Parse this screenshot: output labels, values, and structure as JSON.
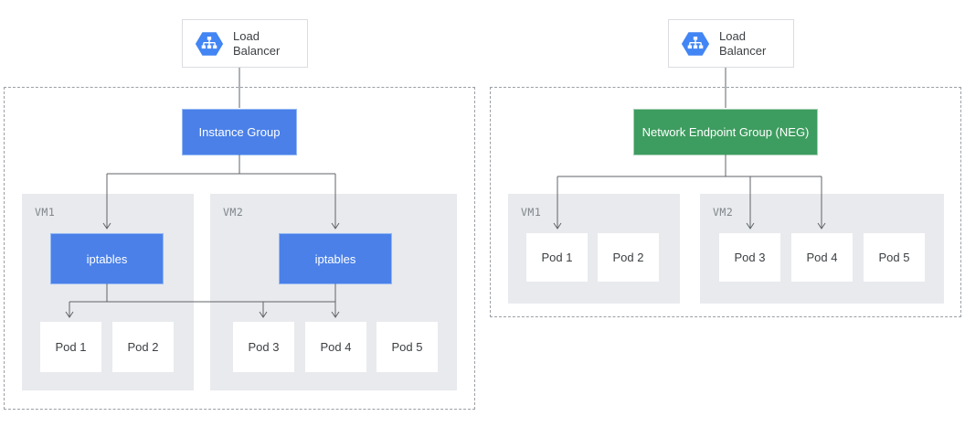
{
  "left_diagram": {
    "load_balancer": {
      "label": "Load Balancer"
    },
    "instance_group": {
      "label": "Instance Group"
    },
    "vm1": {
      "label": "VM1",
      "iptables_label": "iptables",
      "pods": [
        "Pod 1",
        "Pod 2"
      ]
    },
    "vm2": {
      "label": "VM2",
      "iptables_label": "iptables",
      "pods": [
        "Pod 3",
        "Pod 4",
        "Pod 5"
      ]
    }
  },
  "right_diagram": {
    "load_balancer": {
      "label": "Load Balancer"
    },
    "neg": {
      "label": "Network Endpoint Group (NEG)"
    },
    "vm1": {
      "label": "VM1",
      "pods": [
        "Pod 1",
        "Pod 2"
      ]
    },
    "vm2": {
      "label": "VM2",
      "pods": [
        "Pod 3",
        "Pod 4",
        "Pod 5"
      ]
    }
  },
  "icons": {
    "load_balancer_icon": "blue hexagon with white network distribution tree glyph"
  },
  "colors": {
    "instance_group_blue": "#4a80e8",
    "iptables_blue": "#4a80e8",
    "neg_green": "#3d9c5f",
    "vm_panel_gray": "#e8eaed",
    "connector_line": "#5f6368",
    "dashed_border": "#9aa0a6",
    "card_border": "#dadce0",
    "text_dark": "#3c4043",
    "vm_label_gray": "#80868b",
    "hexagon_blue": "#4285f4"
  }
}
